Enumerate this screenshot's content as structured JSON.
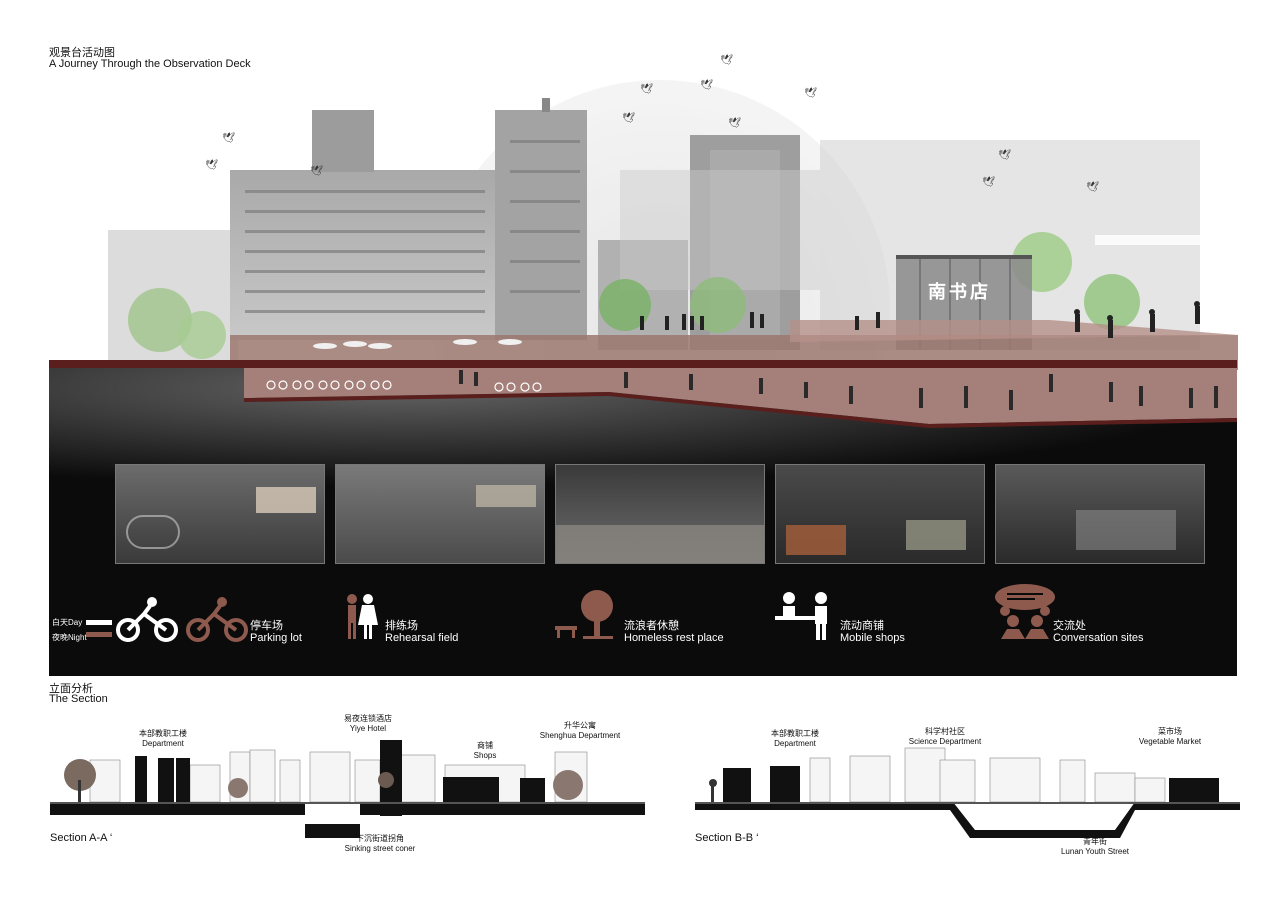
{
  "header": {
    "title_cn": "观景台活动图",
    "title_en": "A Journey Through the Observation Deck"
  },
  "legend": {
    "day_label": "白天Day",
    "night_label": "夜晚Night",
    "items": [
      {
        "cn": "停车场",
        "en": "Parking lot",
        "icon": "bicycle-icon"
      },
      {
        "cn": "排练场",
        "en": "Rehearsal field",
        "icon": "dancers-icon"
      },
      {
        "cn": "流浪者休憩",
        "en": "Homeless rest place",
        "icon": "tree-bench-icon"
      },
      {
        "cn": "流动商铺",
        "en": "Mobile shops",
        "icon": "vendor-icon"
      },
      {
        "cn": "交流处",
        "en": "Conversation sites",
        "icon": "chat-people-icon"
      }
    ]
  },
  "sign_text": "南书店",
  "section_header": {
    "title_cn": "立面分析",
    "title_en": "The Section"
  },
  "section_a": {
    "title": "Section A-A ‘",
    "labels": [
      {
        "cn": "本部教职工楼",
        "en": "Department"
      },
      {
        "cn": "易夜连锁酒店",
        "en": "Yiye Hotel"
      },
      {
        "cn": "商铺",
        "en": "Shops"
      },
      {
        "cn": "升华公寓",
        "en": "Shenghua Department"
      },
      {
        "cn": "下沉街道拐角",
        "en": "Sinking street coner"
      }
    ]
  },
  "section_b": {
    "title": "Section B-B ‘",
    "labels": [
      {
        "cn": "本部教职工楼",
        "en": "Department"
      },
      {
        "cn": "科学村社区",
        "en": "Science Department"
      },
      {
        "cn": "菜市场",
        "en": "Vegetable Market"
      },
      {
        "cn": "青年街",
        "en": "Lunan Youth Street"
      }
    ]
  },
  "colors": {
    "panel_bg": "#0b0b0b",
    "accent_brown": "#8e5a4e",
    "pale_pink": "#c9a29b",
    "deck_line": "#5a1f1c"
  }
}
